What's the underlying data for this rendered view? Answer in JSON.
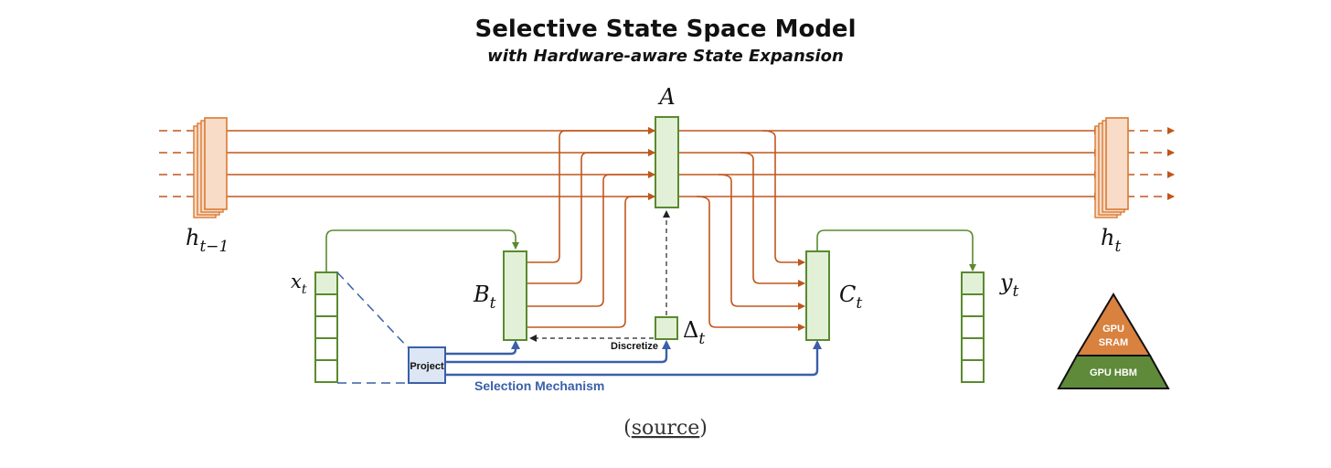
{
  "title": "Selective State Space Model",
  "subtitle": "with Hardware-aware State Expansion",
  "labels": {
    "A": "A",
    "h_prev_main": "h",
    "h_prev_sub": "t−1",
    "h_next_main": "h",
    "h_next_sub": "t",
    "x_main": "x",
    "x_sub": "t",
    "B_main": "B",
    "B_sub": "t",
    "C_main": "C",
    "C_sub": "t",
    "delta_main": "Δ",
    "delta_sub": "t",
    "y_main": "y",
    "y_sub": "t",
    "project": "Project",
    "discretize": "Discretize",
    "selection": "Selection Mechanism"
  },
  "pyramid": {
    "top_line1": "GPU",
    "top_line2": "SRAM",
    "bottom": "GPU HBM"
  },
  "source": {
    "open": "(",
    "link": "source",
    "close": ")"
  },
  "colors": {
    "orange": "#c0561c",
    "orange_fill": "#f8dcc8",
    "green": "#5a8a2e",
    "green_fill": "#e2f0d8",
    "blue": "#3b5fa8",
    "blue_fill": "#dce6f4",
    "pyr_top": "#d9813f",
    "pyr_bottom": "#5e8a3a"
  }
}
